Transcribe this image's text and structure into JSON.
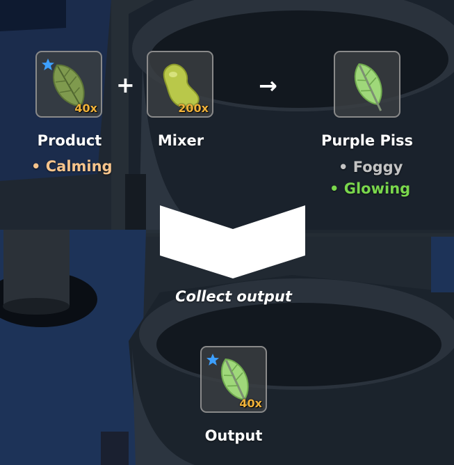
{
  "recipe": {
    "product": {
      "quantity": "40x",
      "label": "Product",
      "effect": "• Calming",
      "effect_color": "#f6c48c",
      "icon": "leaf-icon",
      "starred": true
    },
    "mixer": {
      "quantity": "200x",
      "label": "Mixer",
      "icon": "bean-icon"
    },
    "plus": "+",
    "arrow": "→",
    "result": {
      "label": "Purple Piss",
      "effects": [
        {
          "text": "• Foggy",
          "color": "#c4c4c4"
        },
        {
          "text": "• Glowing",
          "color": "#7ad74c"
        }
      ],
      "icon": "glowing-leaf-icon"
    }
  },
  "collect_hint": "Collect output",
  "output": {
    "quantity": "40x",
    "label": "Output",
    "icon": "glowing-leaf-icon",
    "starred": true
  },
  "colors": {
    "quantity": "#f0b23a",
    "star": "#3da0ff",
    "slot_border": "#8a8a8a"
  }
}
